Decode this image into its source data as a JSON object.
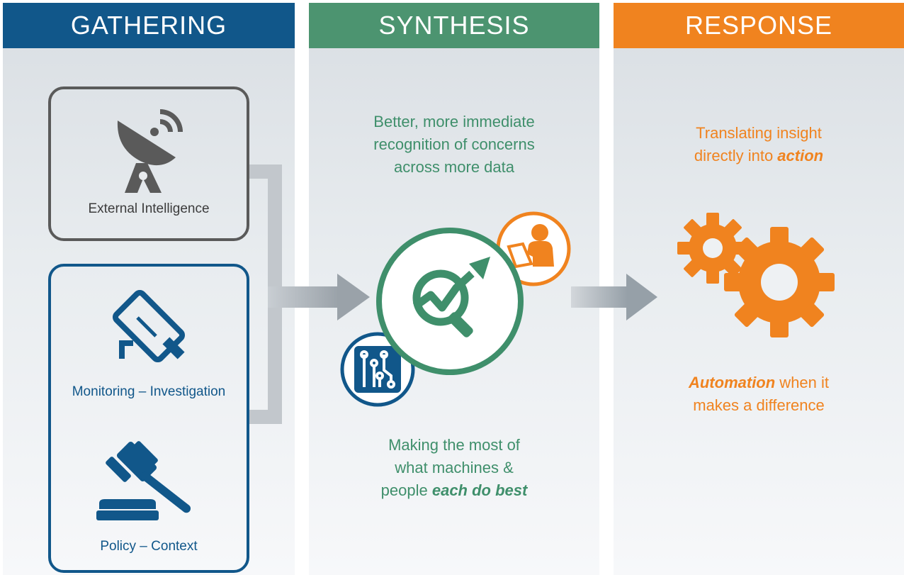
{
  "colors": {
    "gathering": "#11578a",
    "synthesis": "#4c9470",
    "response": "#f0831f",
    "gray_box": "#5a5a5a",
    "connector": "#c2c7cc"
  },
  "columns": {
    "gathering": {
      "title": "GATHERING",
      "items": [
        {
          "label": "External Intelligence",
          "icon": "satellite-dish-icon"
        },
        {
          "label": "Monitoring – Investigation",
          "icon": "security-camera-icon"
        },
        {
          "label": "Policy – Context",
          "icon": "gavel-icon"
        }
      ]
    },
    "synthesis": {
      "title": "SYNTHESIS",
      "top_text_lines": [
        "Better, more immediate",
        "recognition of concerns",
        "across more data"
      ],
      "bottom_text": {
        "line1": "Making the most of",
        "line2": "what machines &",
        "line3_plain": "people ",
        "line3_emphasis": "each do best"
      },
      "icons": [
        "analytics-magnifier-icon",
        "person-at-computer-icon",
        "circuit-chip-icon"
      ]
    },
    "response": {
      "title": "RESPONSE",
      "top_text": {
        "line1": "Translating insight",
        "line2_plain": "directly into ",
        "line2_emphasis": "action"
      },
      "bottom_text": {
        "line1_emphasis": "Automation",
        "line1_plain": " when it",
        "line2": "makes a difference"
      },
      "icon": "gears-icon"
    }
  }
}
